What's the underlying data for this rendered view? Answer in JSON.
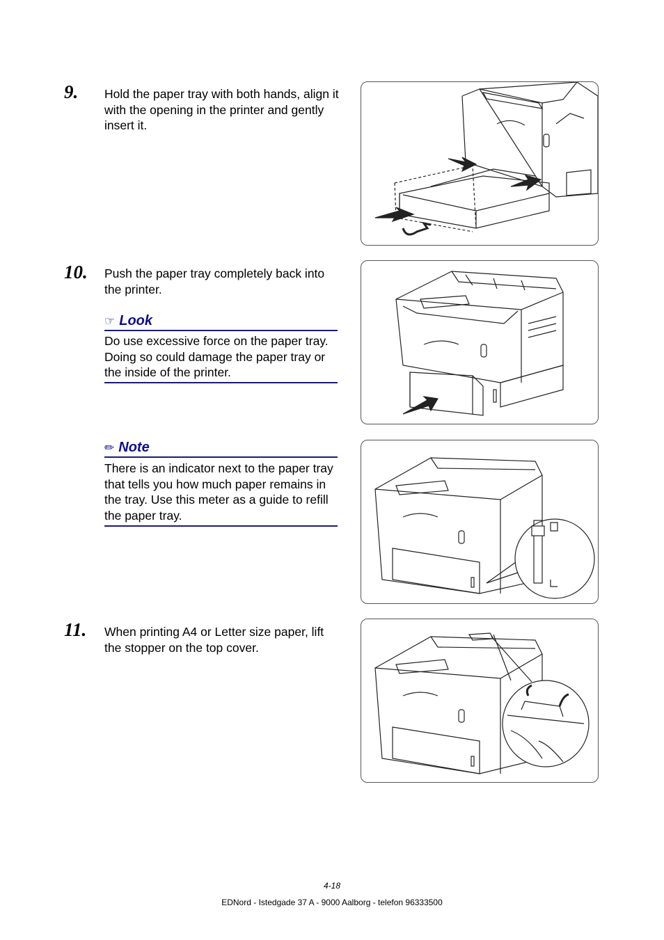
{
  "steps": [
    {
      "number": "9.",
      "text": "Hold the paper tray with both hands, align it with the opening in the printer and gently insert it."
    },
    {
      "number": "10.",
      "text": "Push the paper tray completely back into the printer."
    },
    {
      "number": "11.",
      "text": "When printing A4 or Letter size paper, lift the stopper on the top cover."
    }
  ],
  "look": {
    "icon": "pointing-hand-icon",
    "title": "Look",
    "body": "Do use excessive force on the paper tray. Doing so could damage the paper tray or the inside of the printer."
  },
  "note": {
    "icon": "pencil-icon",
    "title": "Note",
    "body": "There is an indicator next to the paper tray that tells you how much paper remains in the tray. Use this meter as a guide to refill the paper tray."
  },
  "figures": [
    "insert-tray-illustration",
    "push-tray-illustration",
    "paper-meter-illustration",
    "lift-stopper-illustration"
  ],
  "footer": {
    "page_number": "4-18",
    "address": "EDNord - Istedgade 37 A - 9000 Aalborg - telefon 96333500"
  },
  "colors": {
    "accent": "#0e0e8c",
    "rule": "#1a1a7a"
  }
}
